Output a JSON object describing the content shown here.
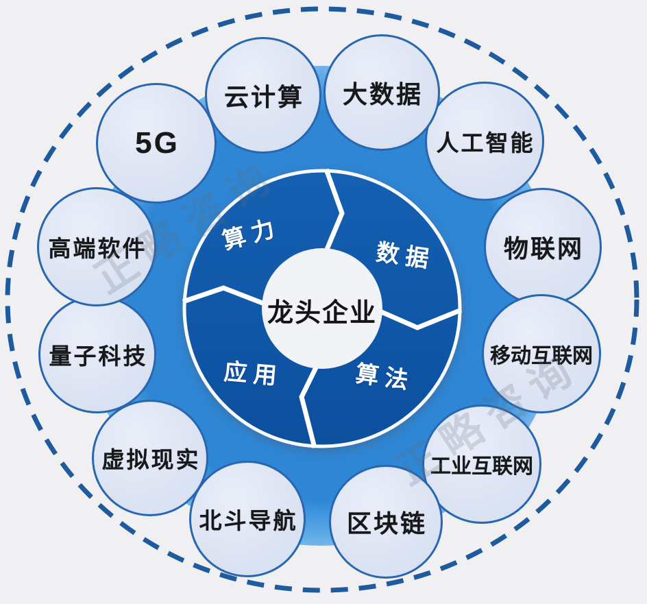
{
  "diagram": {
    "title_hint": "leading-enterprise digital technology ecosystem wheel",
    "hub": {
      "center_label": "龙头企业",
      "segments": [
        {
          "label": "算力",
          "position": "top-left"
        },
        {
          "label": "数据",
          "position": "right"
        },
        {
          "label": "应用",
          "position": "bottom-left"
        },
        {
          "label": "算法",
          "position": "bottom-right"
        }
      ]
    },
    "satellites": [
      {
        "label": "5G"
      },
      {
        "label": "云计算"
      },
      {
        "label": "大数据"
      },
      {
        "label": "人工智能"
      },
      {
        "label": "物联网"
      },
      {
        "label": "移动互联网"
      },
      {
        "label": "工业互联网"
      },
      {
        "label": "区块链"
      },
      {
        "label": "北斗导航"
      },
      {
        "label": "虚拟现实"
      },
      {
        "label": "量子科技"
      },
      {
        "label": "高端软件"
      }
    ],
    "watermark": {
      "text": "正略咨询"
    },
    "colors": {
      "background": "#f0f0f2",
      "donut_fill": "#0f55a6",
      "donut_rim": "#fafbfd",
      "hub_center_fill": "#f2f3f6",
      "satellite_fill": "#dde4f3",
      "satellite_border": "#2867b0",
      "glow_core": "#2e86d4",
      "dashed_ring": "#1d5a9e",
      "segment_text": "#ffffff",
      "label_text": "#17181a"
    }
  }
}
